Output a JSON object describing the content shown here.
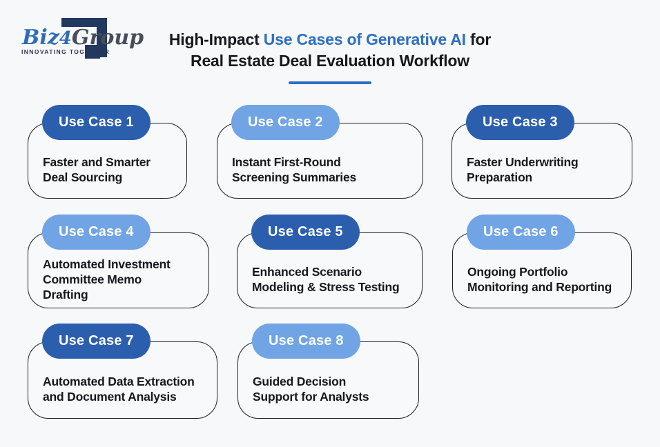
{
  "logo": {
    "brand_biz": "Biz",
    "brand_four": "4",
    "brand_group": "Group",
    "tagline": "INNOVATING TOGETHER"
  },
  "title": {
    "line1_prefix": "High-Impact ",
    "line1_highlight": "Use Cases of Generative AI",
    "line1_suffix": " for",
    "line2": "Real Estate Deal Evaluation Workflow"
  },
  "colors": {
    "background": "#f7f8fa",
    "pill_dark": "#2b5fae",
    "pill_light": "#70a4e4",
    "title_highlight": "#2d6ec3",
    "text_dark": "#16181d",
    "card_border": "#1d1d1f",
    "card_bg": "#f8f9fb",
    "logo_navy": "#21395e",
    "logo_blue": "#2e6db6",
    "logo_gray": "#474e5a"
  },
  "cards": [
    {
      "badge": "Use Case 1",
      "tone": "dark",
      "description": "Faster and Smarter\nDeal Sourcing"
    },
    {
      "badge": "Use Case 2",
      "tone": "light",
      "description": "Instant First-Round\nScreening Summaries"
    },
    {
      "badge": "Use Case 3",
      "tone": "dark",
      "description": "Faster Underwriting\nPreparation"
    },
    {
      "badge": "Use Case 4",
      "tone": "light",
      "description": "Automated Investment\nCommittee Memo\nDrafting"
    },
    {
      "badge": "Use Case 5",
      "tone": "dark",
      "description": "Enhanced Scenario\nModeling & Stress Testing"
    },
    {
      "badge": "Use Case 6",
      "tone": "light",
      "description": "Ongoing Portfolio\nMonitoring and Reporting"
    },
    {
      "badge": "Use Case 7",
      "tone": "dark",
      "description": "Automated Data Extraction\nand Document Analysis"
    },
    {
      "badge": "Use Case 8",
      "tone": "light",
      "description": "Guided Decision\nSupport for Analysts"
    }
  ]
}
